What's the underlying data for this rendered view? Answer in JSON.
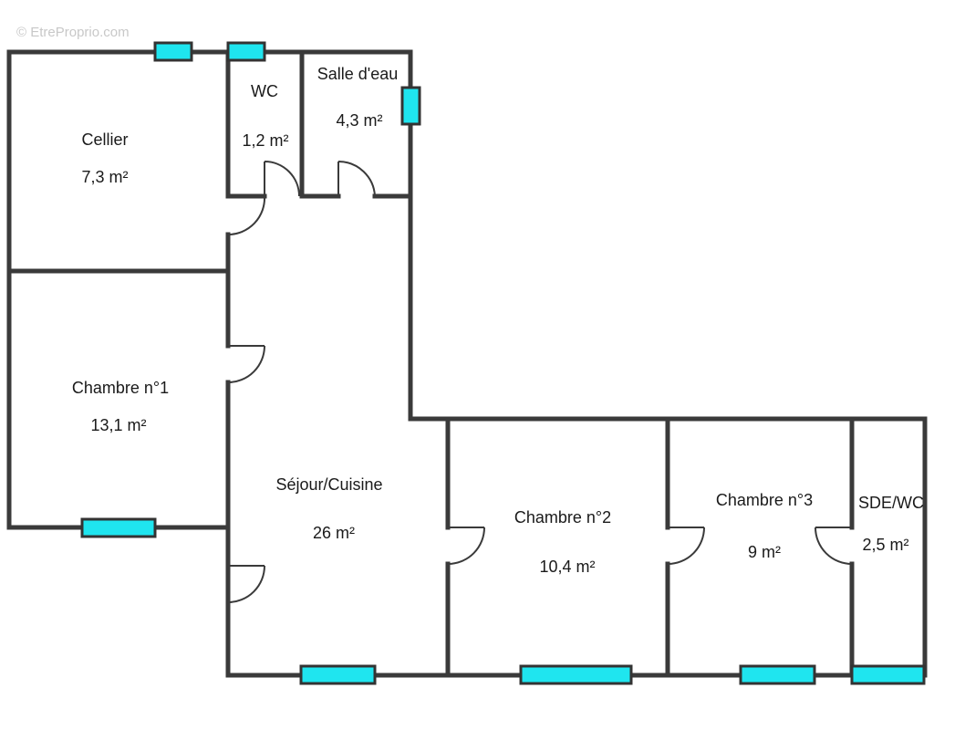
{
  "watermark": "© EtreProprio.com",
  "colors": {
    "wall": "#3a3a3a",
    "window": "#1fe5ef",
    "background": "#ffffff"
  },
  "rooms": [
    {
      "id": "cellier",
      "name": "Cellier",
      "area": "7,3  m²"
    },
    {
      "id": "wc",
      "name": "WC",
      "area": "1,2  m²"
    },
    {
      "id": "salle-eau",
      "name": "Salle d'eau",
      "area": "4,3  m²"
    },
    {
      "id": "chambre-1",
      "name": "Chambre n°1",
      "area": "13,1  m²"
    },
    {
      "id": "sejour",
      "name": "Séjour/Cuisine",
      "area": "26  m²"
    },
    {
      "id": "chambre-2",
      "name": "Chambre n°2",
      "area": "10,4  m²"
    },
    {
      "id": "chambre-3",
      "name": "Chambre n°3",
      "area": "9  m²"
    },
    {
      "id": "sde-wc",
      "name": "SDE/WC",
      "area": "2,5  m²"
    }
  ]
}
